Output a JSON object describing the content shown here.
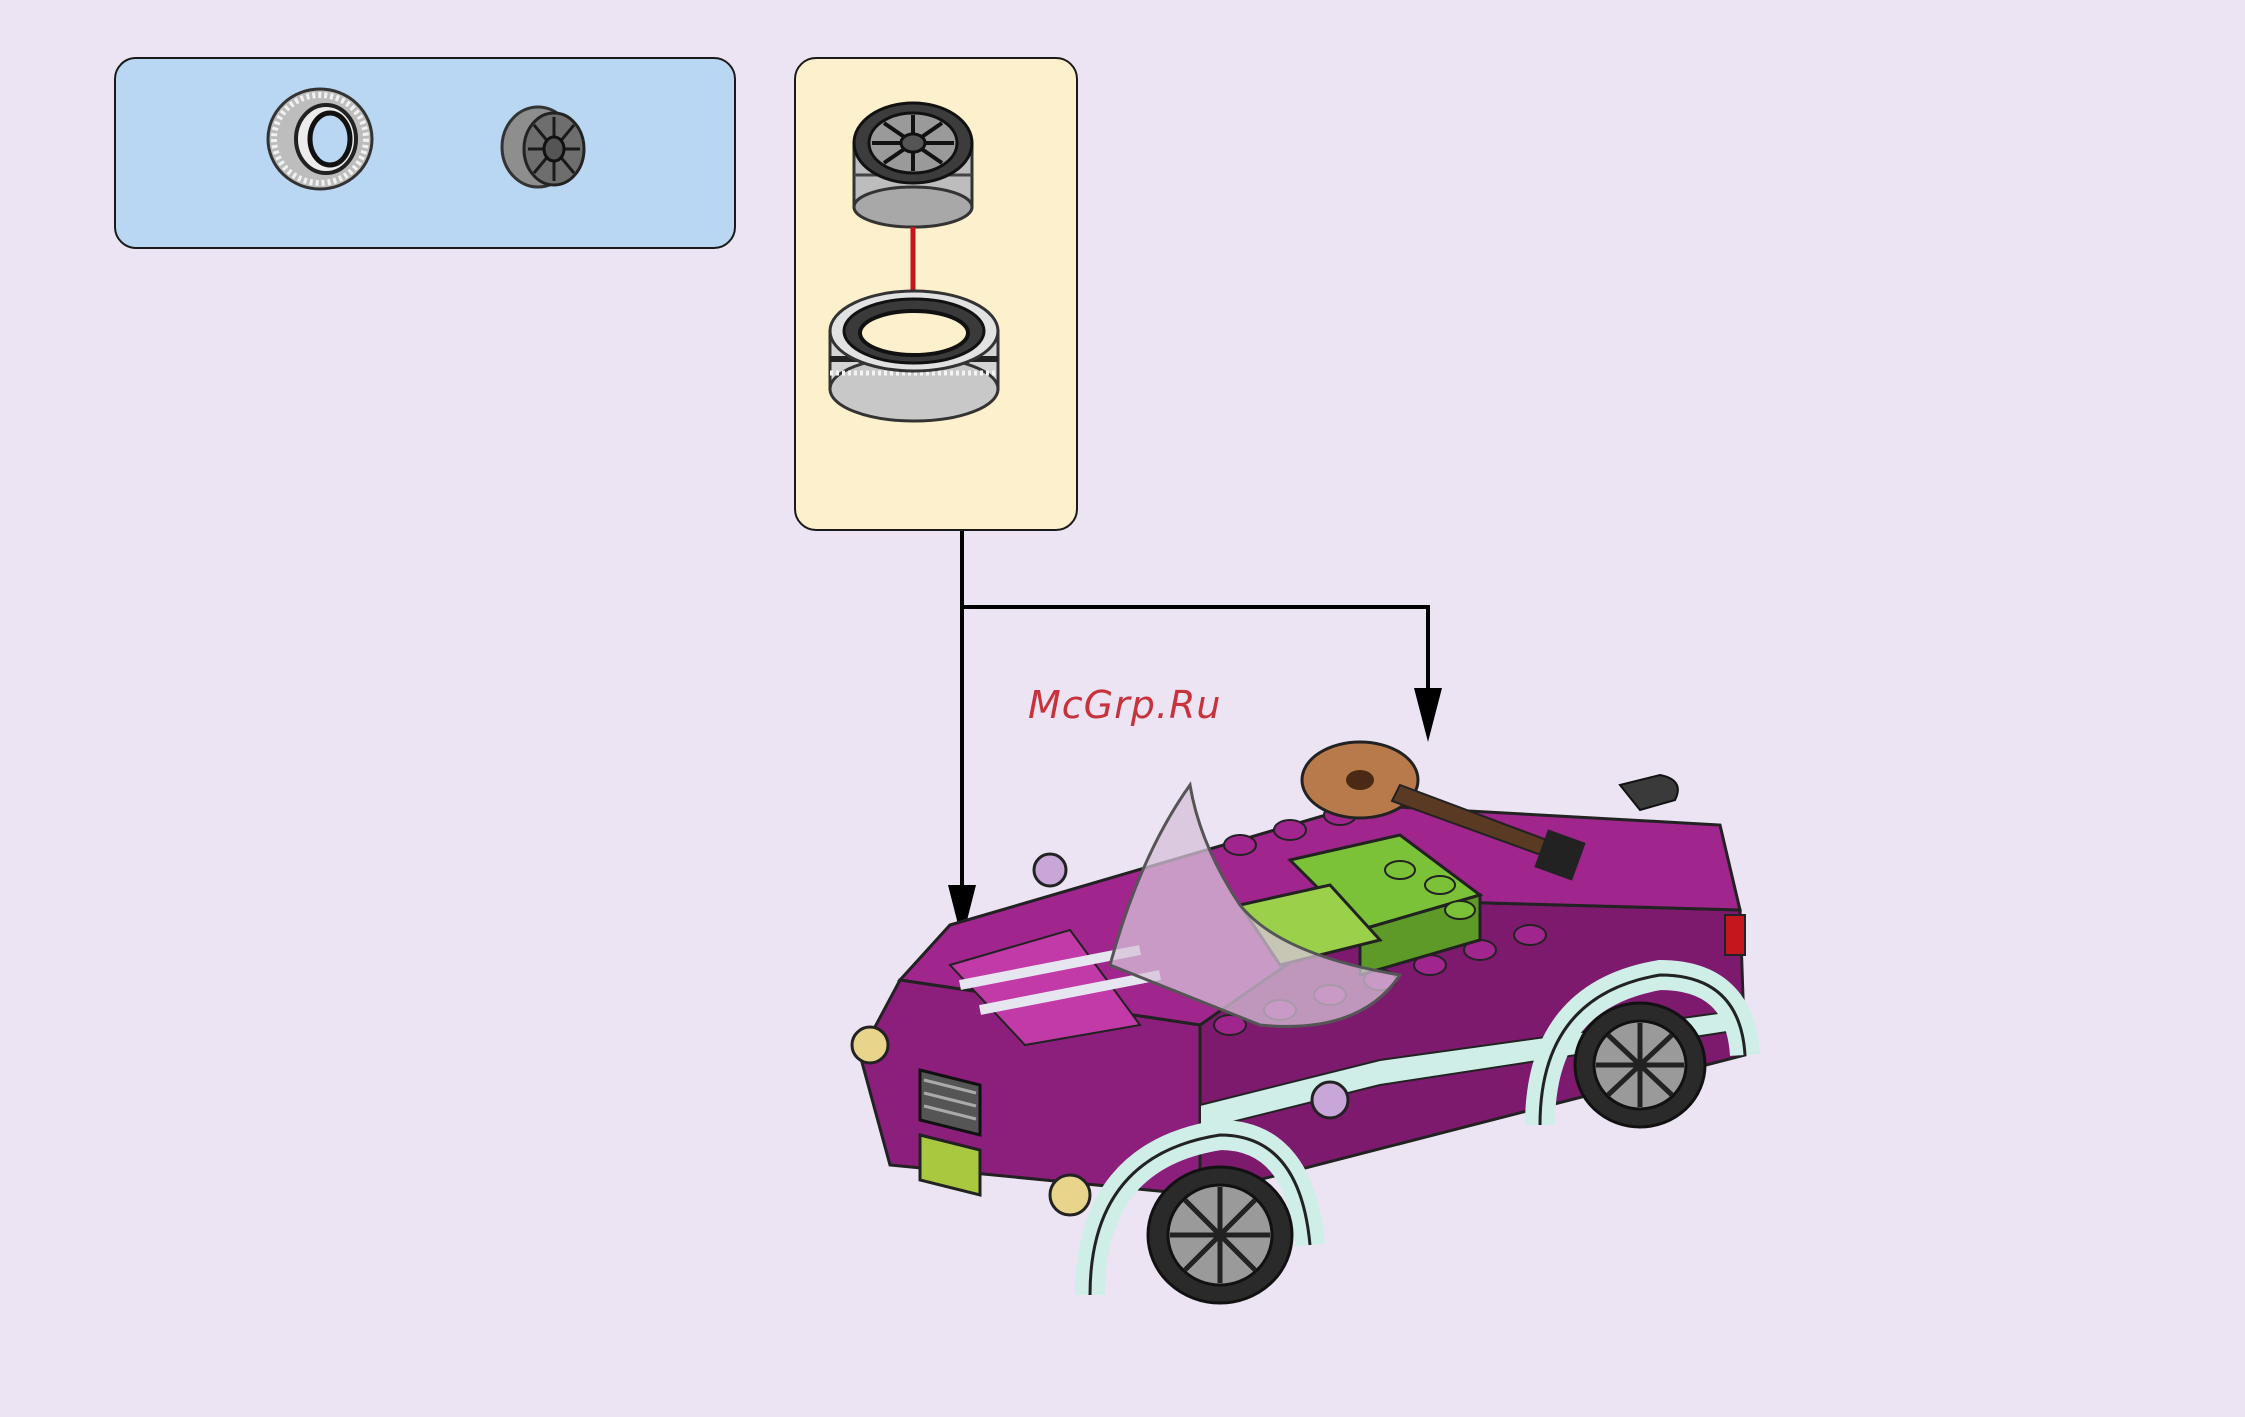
{
  "watermark": {
    "text": "McGrp.Ru"
  },
  "colors": {
    "background": "#ece4f3",
    "parts_panel": "#b9d6f2",
    "substep_panel": "#fdf0cd",
    "car_body": "#a0258c",
    "car_accent": "#7cc238",
    "tire": "#d0d0d0",
    "hub": "#8a8a8a",
    "arrow_red": "#c4161c"
  },
  "parts_list": [
    {
      "name": "tire",
      "icon": "tire-icon"
    },
    {
      "name": "wheel-hub",
      "icon": "wheel-hub-icon"
    }
  ],
  "substep": {
    "icons": [
      "wheel-hub-icon",
      "insert-arrow-icon",
      "tire-icon"
    ]
  },
  "model": {
    "icon": "convertible-car-icon"
  }
}
